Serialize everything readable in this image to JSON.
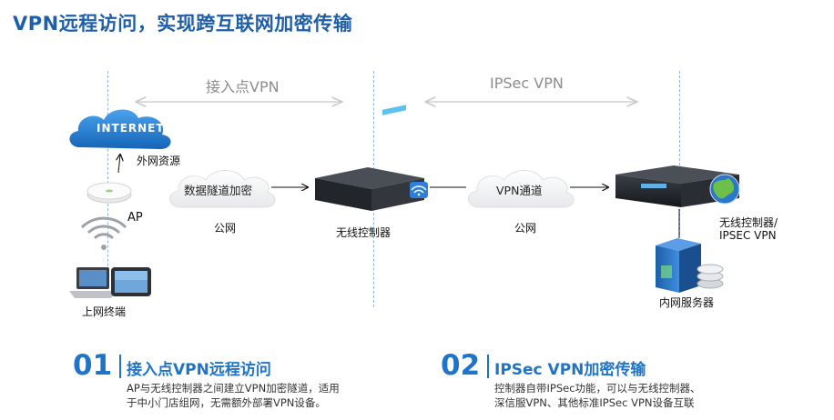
{
  "title": "VPN远程访问，实现跨互联网加密传输",
  "sections": {
    "left_label": "接入点VPN",
    "right_label": "IPSec VPN"
  },
  "nodes": {
    "internet": "INTERNET",
    "external_resources": "外网资源",
    "ap": "AP",
    "terminals": "上网终端",
    "tunnel_cloud": "数据隧道加密",
    "public_net_1": "公网",
    "wireless_controller": "无线控制器",
    "vpn_cloud": "VPN通道",
    "public_net_2": "公网",
    "controller_ipsec_line1": "无线控制器/",
    "controller_ipsec_line2": "IPSEC VPN",
    "intranet_server": "内网服务器"
  },
  "features": [
    {
      "number": "01",
      "heading": "接入点VPN远程访问",
      "desc_line1": "AP与无线控制器之间建立VPN加密隧道，适用",
      "desc_line2": "于中小门店组网，无需额外部署VPN设备。"
    },
    {
      "number": "02",
      "heading": "IPSec VPN加密传输",
      "desc_line1": "控制器自带IPSec功能，可以与无线控制器、",
      "desc_line2": "深信服VPN、其他标准IPSec VPN设备互联"
    }
  ],
  "colors": {
    "title": "#1f5fa8",
    "accent": "#1f74c8",
    "section_label": "#8c8c8c",
    "divider": "#8fb3d9"
  }
}
